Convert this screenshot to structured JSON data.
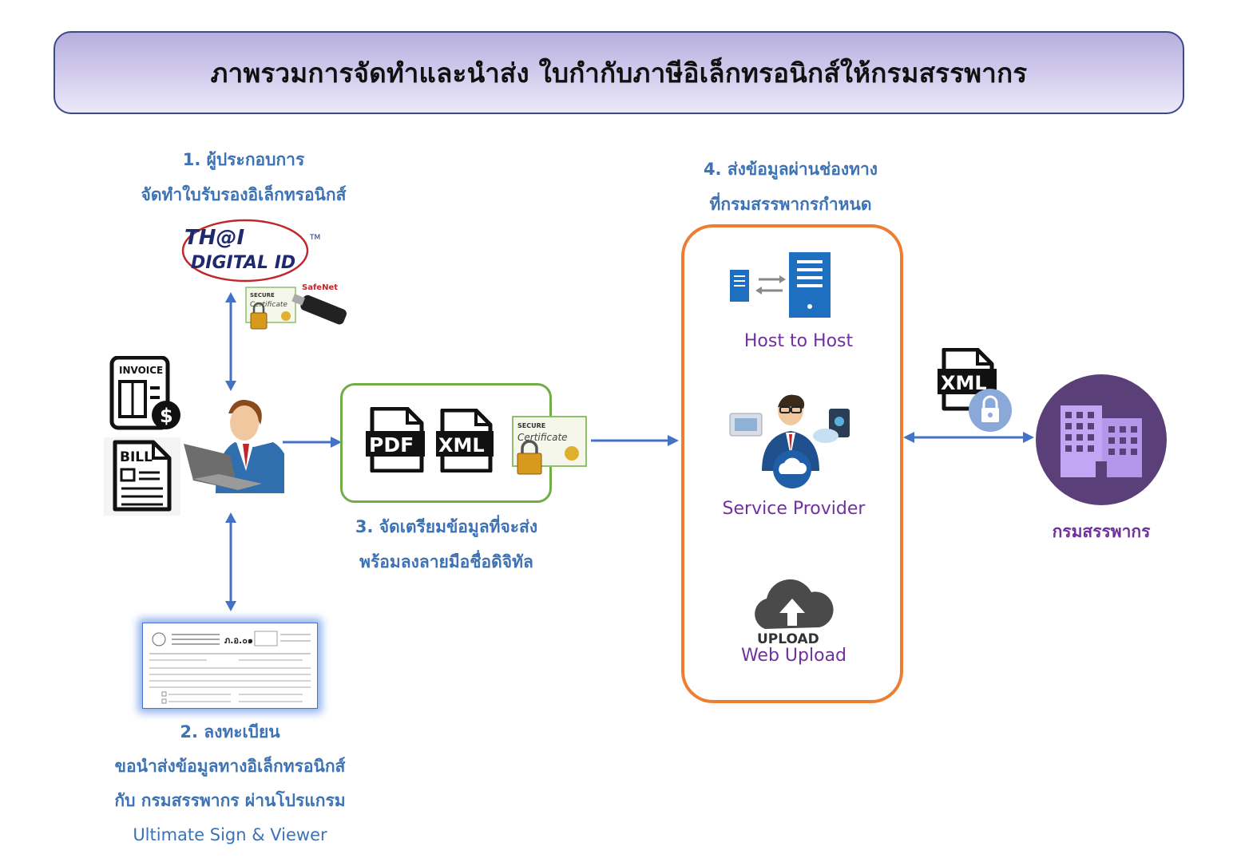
{
  "title": "ภาพรวมการจัดทำและนำส่ง ใบกำกับภาษีอิเล็กทรอนิกส์ให้กรมสรรพากร",
  "steps": {
    "step1": {
      "line1": "1. ผู้ประกอบการ",
      "line2": "จัดทำใบรับรองอิเล็กทรอนิกส์"
    },
    "step2": {
      "line1": "2. ลงทะเบียน",
      "line2": "ขอนำส่งข้อมูลทางอิเล็กทรอนิกส์",
      "line3": "กับ กรมสรรพากร ผ่านโปรแกรม",
      "line4": "Ultimate Sign & Viewer"
    },
    "step3": {
      "line1": "3. จัดเตรียมข้อมูลที่จะส่ง",
      "line2": "พร้อมลงลายมือชื่อดิจิทัล"
    },
    "step4": {
      "line1": "4. ส่งข้อมูลผ่านช่องทาง",
      "line2": "ที่กรมสรรพากรกำหนด"
    }
  },
  "channels": {
    "host_to_host": "Host to Host",
    "service_provider": "Service Provider",
    "upload_text": "UPLOAD",
    "web_upload": "Web Upload"
  },
  "destination": "กรมสรรพากร",
  "icons": {
    "invoice": "INVOICE",
    "bill": "BILL",
    "pdf": "PDF",
    "xml": "XML",
    "secure": "SECURE",
    "certificate": "Certificate",
    "safenet": "SafeNet",
    "tm": "TM",
    "thai_digital_id_top": "TH@I",
    "thai_digital_id_bottom": "DIGITAL ID",
    "form_code": "ภ.อ.๐๑"
  },
  "colors": {
    "label_blue": "#3d73b4",
    "label_purple": "#7030a0",
    "arrow_blue": "#4472c4",
    "green_border": "#70ad47",
    "orange_border": "#ed7d31",
    "title_border": "#3a4a8a"
  }
}
